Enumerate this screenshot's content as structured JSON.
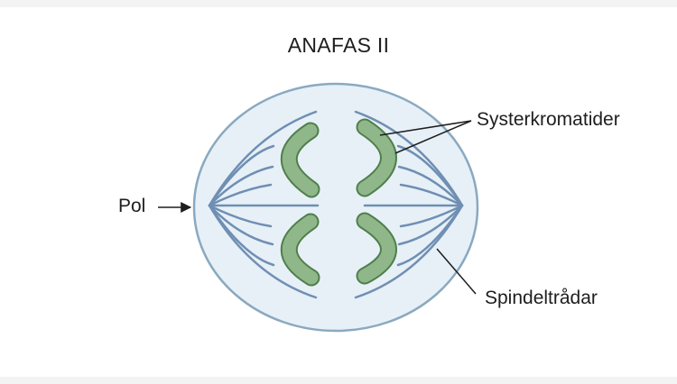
{
  "title": "ANAFAS II",
  "labels": {
    "pole": "Pol",
    "sister_chromatids": "Systerkromatider",
    "spindle_fibers": "Spindeltrådar"
  },
  "colors": {
    "cell_fill": "#e7f0f7",
    "cell_stroke": "#8aa9c0",
    "spindle": "#6f8fb3",
    "chromatid_fill": "#8fb78a",
    "chromatid_stroke": "#4f7f4c",
    "text": "#1e1e1e"
  }
}
